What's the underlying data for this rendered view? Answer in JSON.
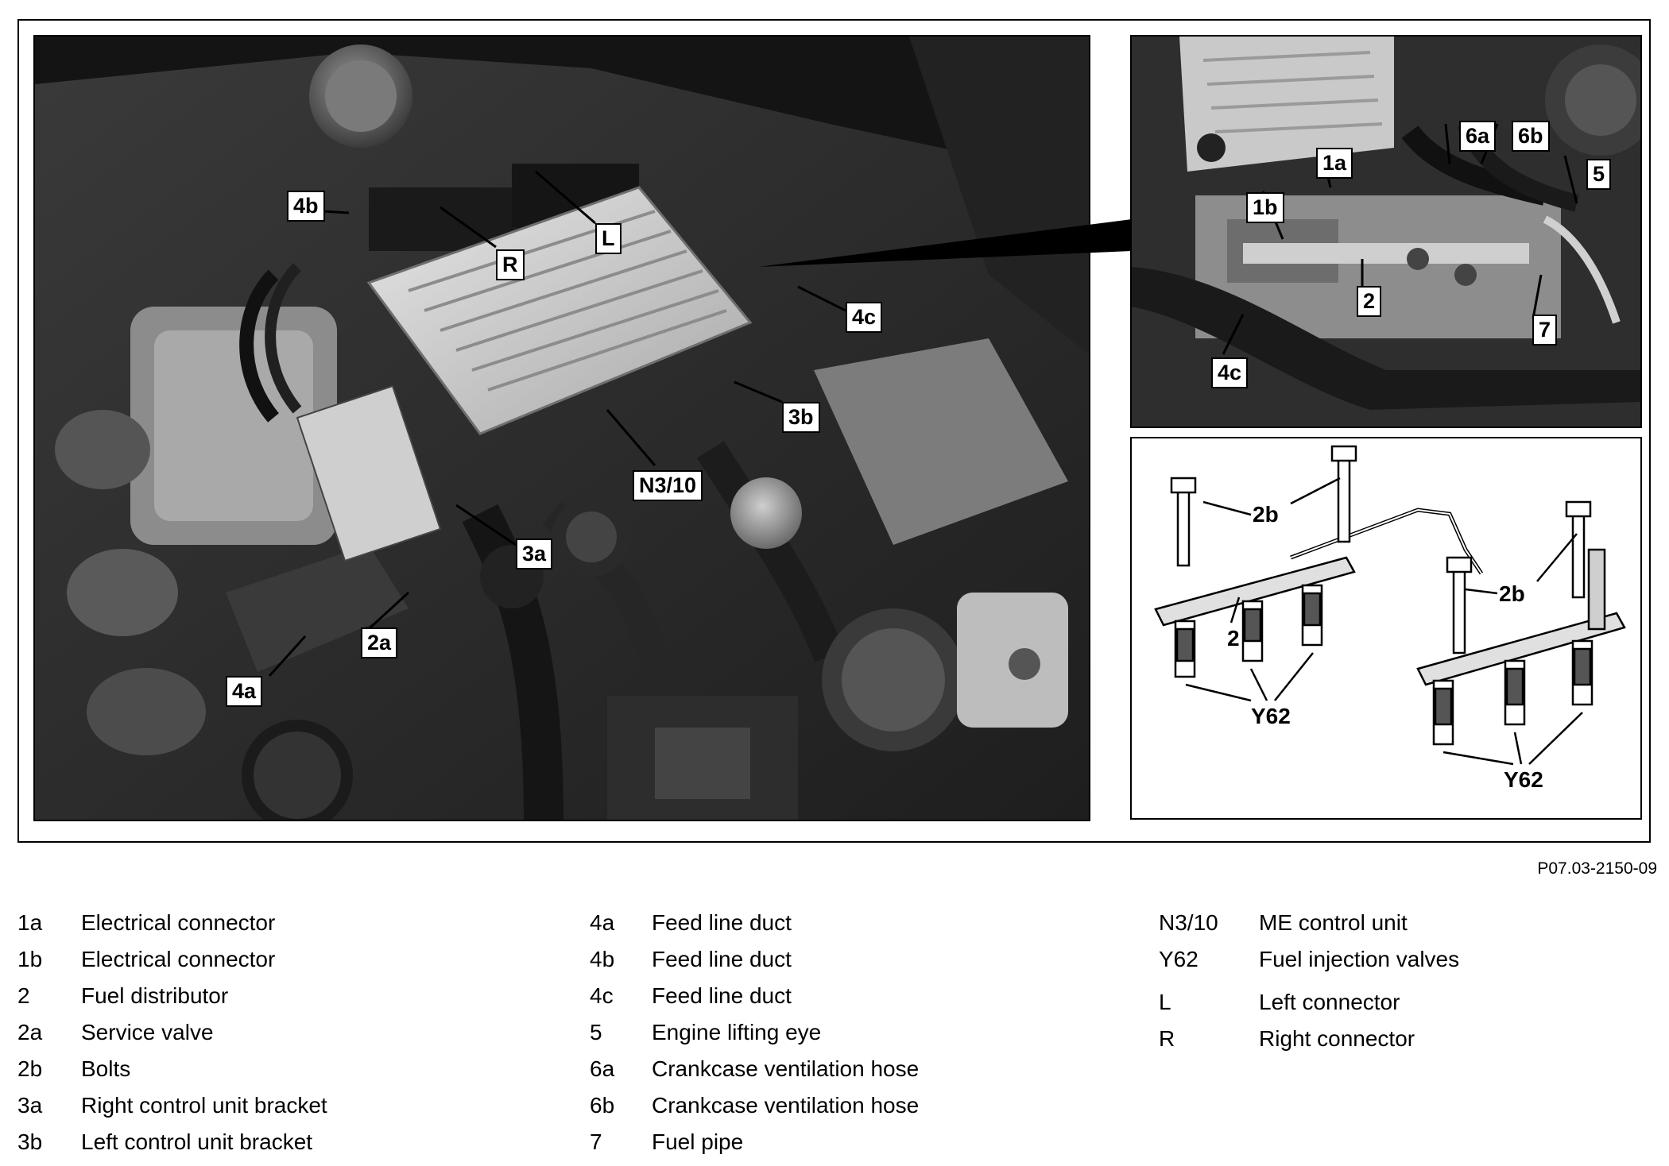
{
  "callouts": {
    "c4b": "4b",
    "cR": "R",
    "cL": "L",
    "c4c": "4c",
    "c3b": "3b",
    "cN310": "N3/10",
    "c3a": "3a",
    "c2a": "2a",
    "c4a": "4a"
  },
  "detail_callouts": {
    "c1a": "1a",
    "c6a": "6a",
    "c6b": "6b",
    "c5": "5",
    "c1b": "1b",
    "c2": "2",
    "c7": "7",
    "c4c": "4c"
  },
  "rail_labels": {
    "r2b_1": "2b",
    "r2b_2": "2b",
    "r2": "2",
    "rY62_1": "Y62",
    "rY62_2": "Y62"
  },
  "doc_code": "P07.03-2150-09",
  "legend": {
    "col1": [
      {
        "code": "1a",
        "text": "Electrical connector"
      },
      {
        "code": "1b",
        "text": "Electrical connector"
      },
      {
        "code": "2",
        "text": "Fuel distributor"
      },
      {
        "code": "2a",
        "text": "Service valve"
      },
      {
        "code": "2b",
        "text": "Bolts"
      },
      {
        "code": "3a",
        "text": "Right control unit bracket"
      },
      {
        "code": "3b",
        "text": "Left control unit bracket"
      }
    ],
    "col2": [
      {
        "code": "4a",
        "text": "Feed line duct"
      },
      {
        "code": "4b",
        "text": "Feed line duct"
      },
      {
        "code": "4c",
        "text": "Feed line duct"
      },
      {
        "code": "5",
        "text": "Engine lifting eye"
      },
      {
        "code": "6a",
        "text": "Crankcase ventilation hose"
      },
      {
        "code": "6b",
        "text": "Crankcase ventilation hose"
      },
      {
        "code": "7",
        "text": "Fuel pipe"
      }
    ],
    "col3": [
      {
        "code": "N3/10",
        "text": "ME control unit"
      },
      {
        "code": "Y62",
        "text": "Fuel injection valves"
      },
      {
        "code": "L",
        "text": "Left connector"
      },
      {
        "code": "R",
        "text": "Right connector"
      }
    ]
  }
}
